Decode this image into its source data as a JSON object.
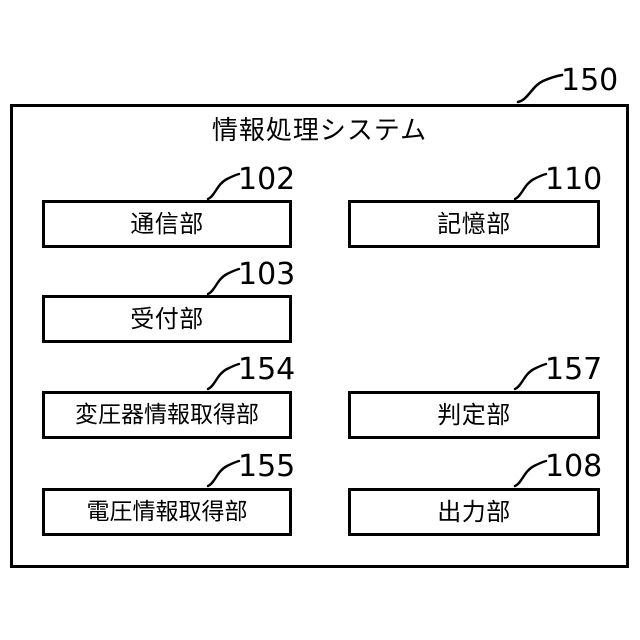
{
  "figure": {
    "type": "patent-block-diagram",
    "system": {
      "title": "情報処理システム",
      "ref": "150"
    },
    "columns": {
      "left": [
        {
          "label": "通信部",
          "ref": "102"
        },
        {
          "label": "受付部",
          "ref": "103"
        },
        {
          "label": "変圧器情報取得部",
          "ref": "154"
        },
        {
          "label": "電圧情報取得部",
          "ref": "155"
        }
      ],
      "right": [
        {
          "label": "記憶部",
          "ref": "110"
        },
        {
          "label": "判定部",
          "ref": "157"
        },
        {
          "label": "出力部",
          "ref": "108"
        }
      ]
    },
    "colors": {
      "ink": "#000000",
      "paper": "#ffffff"
    }
  }
}
